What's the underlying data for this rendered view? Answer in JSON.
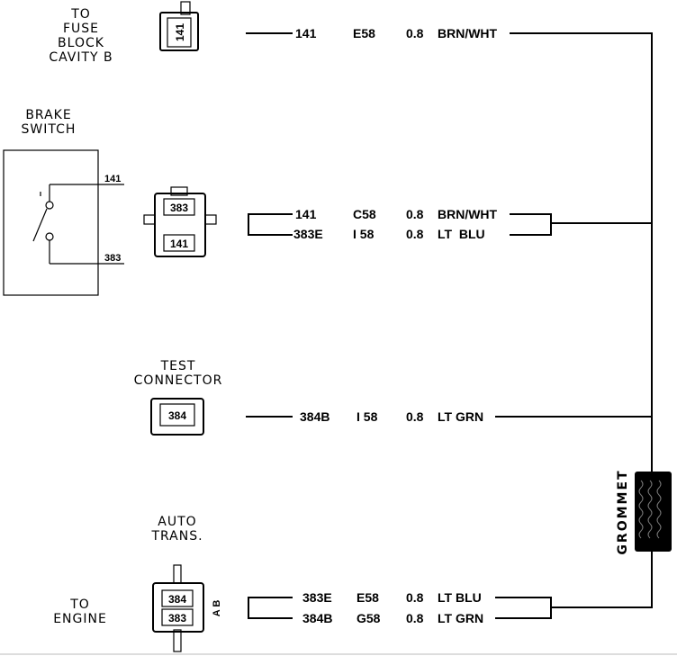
{
  "labels": {
    "fuse_block": [
      "TO",
      "FUSE",
      "BLOCK",
      "CAVITY B"
    ],
    "brake_switch": [
      "BRAKE",
      "SWITCH"
    ],
    "test_connector": [
      "TEST",
      "CONNECTOR"
    ],
    "auto_trans": [
      "AUTO",
      "TRANS."
    ],
    "to_engine": [
      "TO",
      "ENGINE"
    ],
    "grommet": "GROMMET"
  },
  "switch_terminals": [
    "141",
    "383"
  ],
  "connectors": {
    "fuse": [
      "141"
    ],
    "brake": [
      "383",
      "141"
    ],
    "test": [
      "384"
    ],
    "trans": [
      "384",
      "383"
    ],
    "trans_pins": "A B"
  },
  "wires": {
    "fuse": [
      {
        "circuit": "141",
        "location": "E58",
        "gauge": "0.8",
        "color": "BRN/WHT"
      }
    ],
    "brake": [
      {
        "circuit": "141",
        "location": "C58",
        "gauge": "0.8",
        "color": "BRN/WHT"
      },
      {
        "circuit": "383E",
        "location": "I 58",
        "gauge": "0.8",
        "color": "LT  BLU"
      }
    ],
    "test": [
      {
        "circuit": "384B",
        "location": "I 58",
        "gauge": "0.8",
        "color": "LT GRN"
      }
    ],
    "trans": [
      {
        "circuit": "383E",
        "location": "E58",
        "gauge": "0.8",
        "color": "LT BLU"
      },
      {
        "circuit": "384B",
        "location": "G58",
        "gauge": "0.8",
        "color": "LT GRN"
      }
    ]
  }
}
